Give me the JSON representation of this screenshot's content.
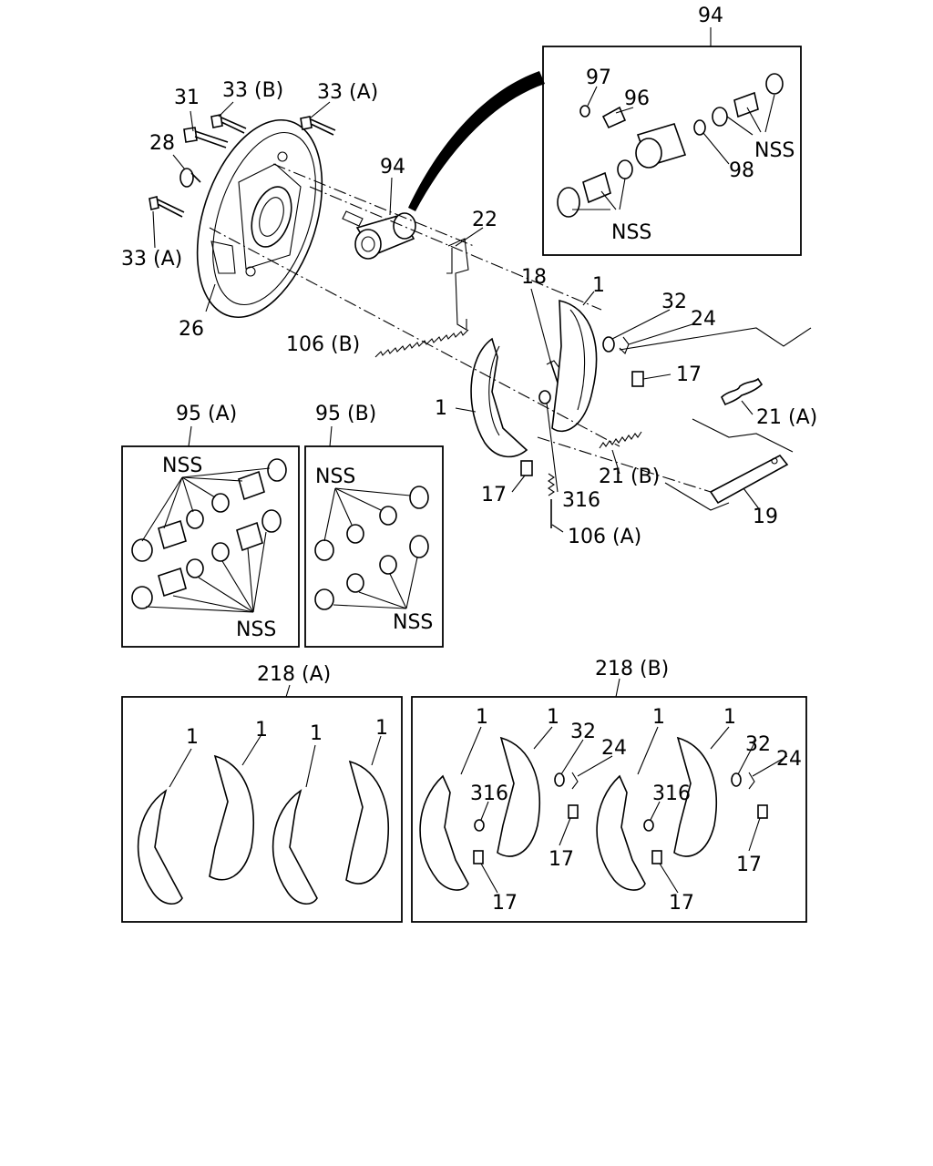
{
  "labels": {
    "l94_top": "94",
    "l97": "97",
    "l96": "96",
    "l98": "98",
    "nss_94a": "NSS",
    "nss_94b": "NSS",
    "l31": "31",
    "l33b": "33 (B)",
    "l33a_top": "33 (A)",
    "l28": "28",
    "l94": "94",
    "l33a_left": "33 (A)",
    "l22": "22",
    "l26": "26",
    "l18": "18",
    "l1_a": "1",
    "l32": "32",
    "l24": "24",
    "l106b": "106 (B)",
    "l17_a": "17",
    "l1_b": "1",
    "l21a": "21 (A)",
    "l95a": "95 (A)",
    "l95b": "95 (B)",
    "nss_95a_top": "NSS",
    "nss_95b_top": "NSS",
    "l17_b": "17",
    "l316": "316",
    "l21b": "21 (B)",
    "l19": "19",
    "l106a": "106 (A)",
    "nss_95a_bot": "NSS",
    "nss_95b_bot": "NSS",
    "l218a": "218 (A)",
    "l218b": "218 (B)",
    "a_1_1": "1",
    "a_1_2": "1",
    "a_1_3": "1",
    "a_1_4": "1",
    "b_1_1": "1",
    "b_1_2": "1",
    "b_32_1": "32",
    "b_24_1": "24",
    "b_316_1": "316",
    "b_17_1": "17",
    "b_17_2": "17",
    "b_1_3": "1",
    "b_1_4": "1",
    "b_32_2": "32",
    "b_24_2": "24",
    "b_316_2": "316",
    "b_17_3": "17",
    "b_17_4": "17"
  }
}
